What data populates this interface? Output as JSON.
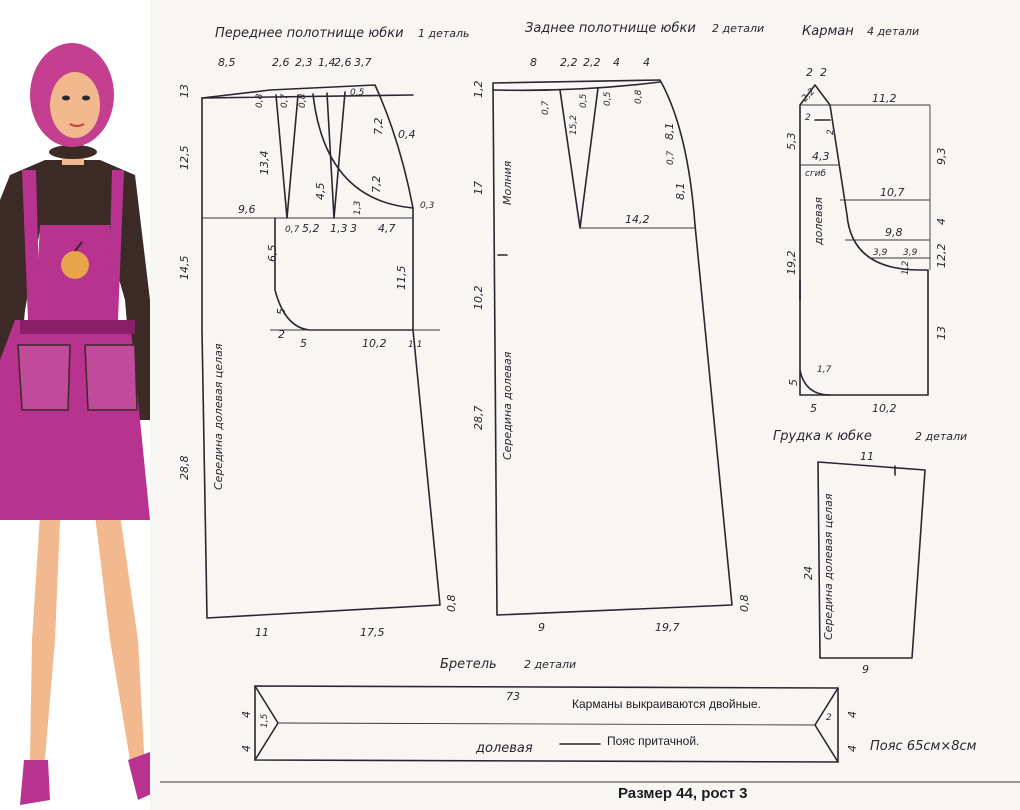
{
  "colors": {
    "paper": "#f8f6f3",
    "ink": "#2a2630",
    "dress_magenta": "#b7338f",
    "dress_dark_magenta": "#8a1f6a",
    "hair": "#c43f8f",
    "skin": "#f2b98e",
    "sweater": "#3b2a26"
  },
  "front_panel": {
    "title": "Переднее полотнище юбки",
    "count": "1 деталь",
    "top_dims": [
      "8,5",
      "2,6",
      "2,3",
      "1,4",
      "2,6",
      "3,7"
    ],
    "side_dims": [
      "13",
      "12,5",
      "14,5",
      "28,8"
    ],
    "inner": [
      "0,8",
      "0,7",
      "0,8",
      "0,5",
      "13,4",
      "4,5",
      "7,2",
      "0,4",
      "7,2",
      "0,3",
      "9,6",
      "0,7",
      "5,2",
      "1,3",
      "3",
      "4,7",
      "1,3",
      "6,5",
      "11,5",
      "5",
      "2",
      "5",
      "10,2",
      "1,1"
    ],
    "grain": "Середина долевая целая",
    "bottom_dims": [
      "11",
      "17,5",
      "0,8"
    ]
  },
  "back_panel": {
    "title": "Заднее полотнище юбки",
    "count": "2 детали",
    "top_dims": [
      "8",
      "2,2",
      "2,2",
      "4",
      "4"
    ],
    "side_dims": [
      "1,2",
      "17",
      "10,2",
      "28,7"
    ],
    "inner": [
      "0,7",
      "15,2",
      "0,5",
      "0,5",
      "0,8",
      "8,1",
      "0,7",
      "8,1",
      "14,2"
    ],
    "zipper": "Молния",
    "grain": "Середина долевая",
    "bottom_dims": [
      "9",
      "19,7",
      "0,8"
    ]
  },
  "pocket": {
    "title": "Карман",
    "count": "4 детали",
    "top_dims": [
      "2",
      "2"
    ],
    "inner": [
      "2,2",
      "2",
      "2",
      "11,2",
      "5,3",
      "4,3",
      "сгиб",
      "10,7",
      "9,8",
      "3,9",
      "3,9",
      "1,2",
      "1,7",
      "5",
      "10,2"
    ],
    "left_dims": [
      "19,2"
    ],
    "right_dims": [
      "9,3",
      "4",
      "12,2",
      "13"
    ],
    "grain": "долевая",
    "bottom_dims": [
      "5",
      "10,2"
    ]
  },
  "bib": {
    "title": "Грудка к юбке",
    "count": "2 детали",
    "top_dim": "11",
    "side_dim": "24",
    "grain": "Середина долевая целая",
    "bottom_dim": "9"
  },
  "strap": {
    "title": "Бретель",
    "count": "2 детали",
    "length": "73",
    "end_dims_left": [
      "4",
      "1,5",
      "4"
    ],
    "end_dims_right": [
      "2",
      "4",
      "4"
    ],
    "grain": "долевая"
  },
  "notes": {
    "pockets": "Карманы выкраиваются двойные.",
    "waistband_fit": "Пояс притачной.",
    "waistband_size": "Пояс 65см×8см"
  },
  "footer": "Размер 44, рост 3"
}
